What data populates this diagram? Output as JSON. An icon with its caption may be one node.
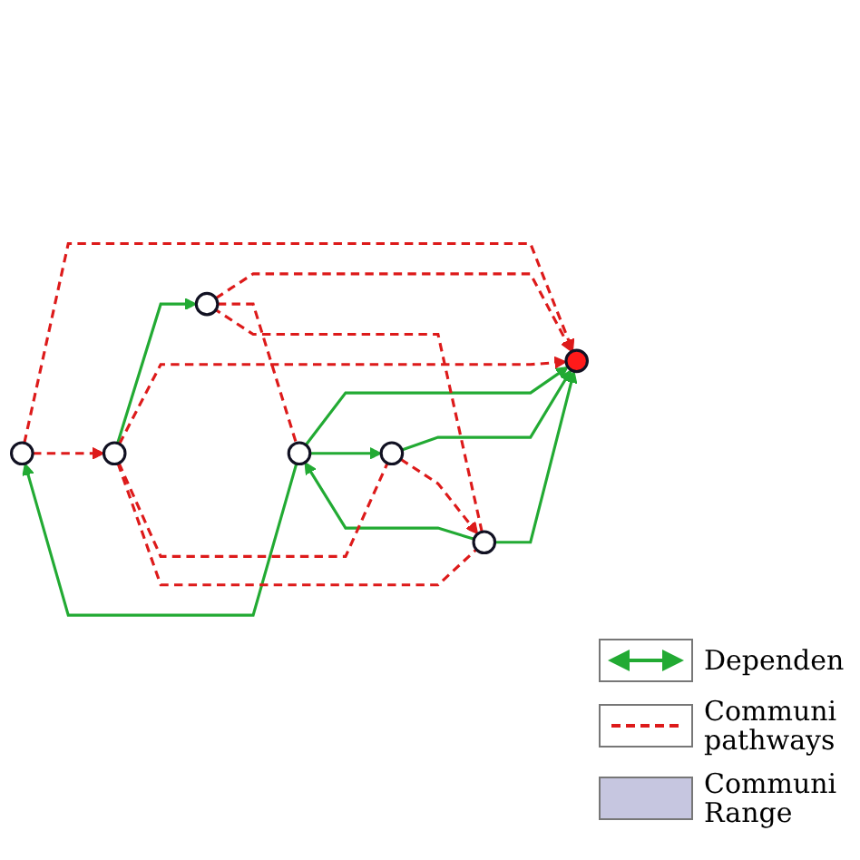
{
  "diagram": {
    "nodes": [
      {
        "text": [],
        "shape": "circle"
      },
      {
        "text": [],
        "shape": "circle"
      },
      {
        "text": [],
        "shape": "circle"
      },
      {
        "text": [],
        "shape": "circle"
      },
      {
        "text": [],
        "shape": "circle"
      },
      {
        "text": [],
        "shape": "circle"
      },
      {
        "text": [],
        "shape": "circle"
      }
    ],
    "edges": [
      {
        "from": 6,
        "to": 0,
        "arrow": "to",
        "color": "#22aa33"
      },
      {
        "from": 6,
        "to": 1,
        "arrow": "to",
        "color": "#22aa33"
      },
      {
        "from": 2,
        "to": 5,
        "arrow": "to",
        "color": "#22aa33"
      },
      {
        "from": 6,
        "to": 3,
        "arrow": "to",
        "color": "#22aa33"
      },
      {
        "from": 4,
        "to": 6,
        "arrow": "to",
        "color": "#22aa33"
      },
      {
        "from": 4,
        "to": 0,
        "arrow": "to",
        "color": "#22aa33"
      },
      {
        "from": 3,
        "to": 0,
        "arrow": "to",
        "color": "#22aa33"
      },
      {
        "from": 1,
        "to": 0,
        "arrow": "to",
        "style": "dashed"
      },
      {
        "from": 1,
        "to": 2,
        "arrow": "to",
        "style": "dashed"
      },
      {
        "from": 2,
        "to": 0,
        "arrow": "to",
        "style": "dashed"
      },
      {
        "from": 5,
        "to": 0,
        "arrow": "to",
        "style": "dashed"
      },
      {
        "from": 3,
        "to": 4,
        "arrow": "to",
        "style": "dashed"
      },
      {
        "from": 2,
        "to": 3,
        "arrow": "none",
        "style": "dashed"
      },
      {
        "from": 2,
        "to": 4,
        "arrow": "none",
        "style": "dashed"
      },
      {
        "from": 4,
        "to": 5,
        "arrow": "none",
        "style": "dashed"
      },
      {
        "from": 5,
        "to": 6,
        "arrow": "none",
        "style": "dashed"
      }
    ],
    "legend": [
      {
        "text": "Dependen"
      },
      {
        "text": "Communi pathways"
      },
      {
        "text": "Communi Range",
        "color": "#c6c6e0"
      }
    ]
  }
}
